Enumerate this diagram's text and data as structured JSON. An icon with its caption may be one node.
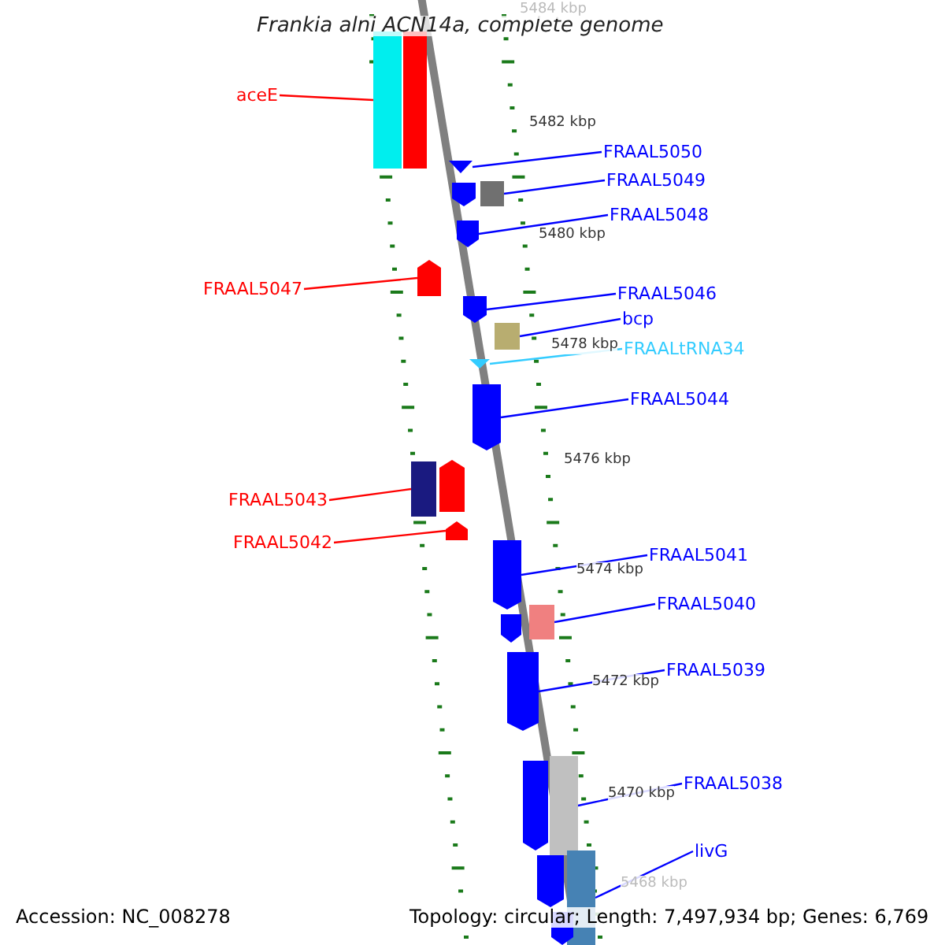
{
  "diagram": {
    "title": "Frankia alni ACN14a, complete genome",
    "nodes": [
      {
        "text": [
          "aceE"
        ]
      },
      {
        "text": [],
        "shape": "bar"
      },
      {
        "text": [
          "FRAAL5050"
        ]
      },
      {
        "text": [],
        "shape": "triangle"
      },
      {
        "text": [
          "FRAAL5049"
        ]
      },
      {
        "text": [],
        "shape": "bar"
      },
      {
        "text": [
          "FRAAL5048"
        ]
      },
      {
        "text": [],
        "shape": "pentagon"
      },
      {
        "text": [
          "FRAAL5047"
        ]
      },
      {
        "text": [],
        "shape": "pentagon"
      },
      {
        "text": [
          "FRAAL5046"
        ]
      },
      {
        "text": [],
        "shape": "pentagon"
      },
      {
        "text": [
          "bcp"
        ]
      },
      {
        "text": [],
        "shape": "bar"
      },
      {
        "text": [
          "FRAALtRNA34"
        ]
      },
      {
        "text": [],
        "shape": "triangle"
      },
      {
        "text": [
          "FRAAL5044"
        ]
      },
      {
        "text": [],
        "shape": "pentagon"
      },
      {
        "text": [
          "FRAAL5043"
        ]
      },
      {
        "text": [],
        "shape": "bar"
      },
      {
        "text": [
          "FRAAL5042"
        ]
      },
      {
        "text": [],
        "shape": "pentagon"
      },
      {
        "text": [
          "FRAAL5041"
        ]
      },
      {
        "text": [],
        "shape": "pentagon"
      },
      {
        "text": [
          "FRAAL5040"
        ]
      },
      {
        "text": [],
        "shape": "bar"
      },
      {
        "text": [
          "FRAAL5039"
        ]
      },
      {
        "text": [],
        "shape": "pentagon"
      },
      {
        "text": [
          "FRAAL5038"
        ]
      },
      {
        "text": [],
        "shape": "bar"
      },
      {
        "text": [
          "livG"
        ]
      },
      {
        "text": [],
        "shape": "bar"
      },
      {
        "text": [],
        "shape": "bar"
      },
      {
        "text": [],
        "shape": "pentagon"
      },
      {
        "text": [],
        "shape": "pentagon"
      },
      {
        "text": [],
        "shape": "pentagon"
      },
      {
        "text": [],
        "shape": "pentagon"
      },
      {
        "text": [],
        "shape": "pentagon"
      },
      {
        "text": [],
        "shape": "pentagon"
      }
    ],
    "edges": [
      {
        "from": 0,
        "to": 1,
        "arrow": "none",
        "color": "#ff0000"
      },
      {
        "from": 2,
        "to": 3,
        "arrow": "none"
      },
      {
        "from": 4,
        "to": 5,
        "arrow": "none"
      },
      {
        "from": 6,
        "to": 7,
        "arrow": "none"
      },
      {
        "from": 8,
        "to": 9,
        "arrow": "none",
        "color": "#ff0000"
      },
      {
        "from": 10,
        "to": 11,
        "arrow": "none"
      },
      {
        "from": 12,
        "to": 13,
        "arrow": "none"
      },
      {
        "from": 14,
        "to": 15,
        "arrow": "none",
        "color": "#33ccff"
      },
      {
        "from": 16,
        "to": 17,
        "arrow": "none"
      },
      {
        "from": 18,
        "to": 19,
        "arrow": "none",
        "color": "#ff0000"
      },
      {
        "from": 20,
        "to": 21,
        "arrow": "none",
        "color": "#ff0000"
      },
      {
        "from": 22,
        "to": 23,
        "arrow": "none"
      },
      {
        "from": 24,
        "to": 25,
        "arrow": "none"
      },
      {
        "from": 26,
        "to": 27,
        "arrow": "none"
      },
      {
        "from": 28,
        "to": 29,
        "arrow": "none"
      },
      {
        "from": 30,
        "to": 31,
        "arrow": "none"
      }
    ],
    "labels": [
      "5484 kbp",
      "5482 kbp",
      "5480 kbp",
      "5478 kbp",
      "5476 kbp",
      "5474 kbp",
      "5472 kbp",
      "5470 kbp",
      "5468 kbp",
      "Accession: NC_008278",
      "Topology: circular; Length: 7,497,934 bp; Genes: 6,769"
    ]
  }
}
